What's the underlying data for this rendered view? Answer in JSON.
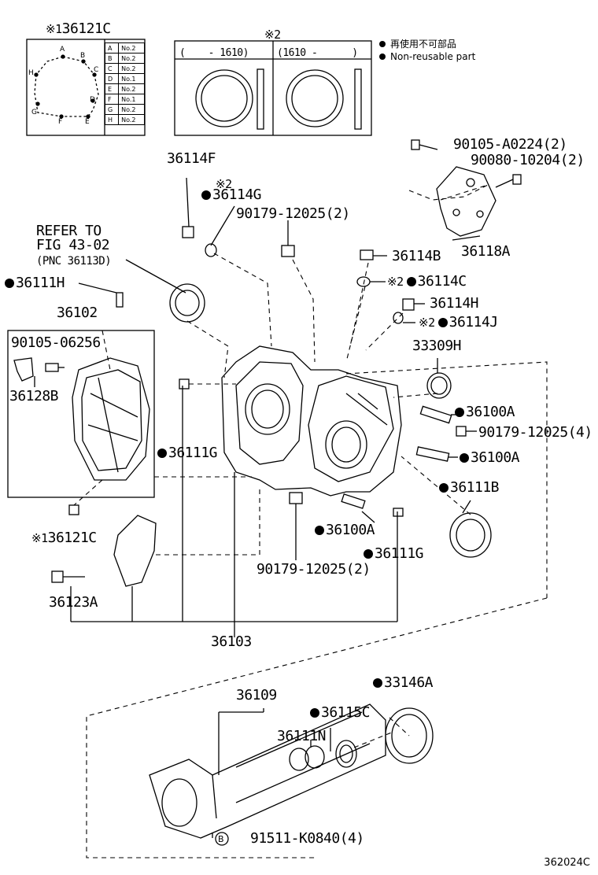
{
  "legend": {
    "jp": "再使用不可部品",
    "en": "Non-reusable part"
  },
  "note_marks": {
    "mark1": "※1",
    "mark2": "※2"
  },
  "inset": {
    "title": "36121C",
    "letters": [
      "A",
      "B",
      "C",
      "D",
      "E",
      "F",
      "G",
      "H"
    ],
    "rows": [
      {
        "pos": "A",
        "val": "No.2"
      },
      {
        "pos": "B",
        "val": "No.2"
      },
      {
        "pos": "C",
        "val": "No.2"
      },
      {
        "pos": "D",
        "val": "No.1"
      },
      {
        "pos": "E",
        "val": "No.2"
      },
      {
        "pos": "F",
        "val": "No.1"
      },
      {
        "pos": "G",
        "val": "No.2"
      },
      {
        "pos": "H",
        "val": "No.2"
      }
    ]
  },
  "seal_box": {
    "left_range": "(    - 1610)",
    "right_range": "(1610 -      )"
  },
  "labels": {
    "p36114F": "36114F",
    "p36114G": "36114G",
    "p90179a": "90179-12025(2)",
    "refer1": "REFER TO",
    "refer2": "FIG 43-02",
    "refer3": "(PNC 36113D)",
    "p36111H": "36111H",
    "p36102": "36102",
    "p90105b": "90105-06256",
    "p36128B": "36128B",
    "p90105a": "90105-A0224(2)",
    "p90080": "90080-10204(2)",
    "p36118A": "36118A",
    "p36114B": "36114B",
    "p36114C": "36114C",
    "p36114H": "36114H",
    "p36114J": "36114J",
    "p33309H": "33309H",
    "p36100A1": "36100A",
    "p90179b": "90179-12025(4)",
    "p36100A2": "36100A",
    "p36111G1": "36111G",
    "p36111B": "36111B",
    "p36121C": "36121C",
    "p36100A3": "36100A",
    "p36111G2": "36111G",
    "p90179c": "90179-12025(2)",
    "p36123A": "36123A",
    "p36103": "36103",
    "p36109": "36109",
    "p33146A": "33146A",
    "p36115C": "36115C",
    "p36111N": "36111N",
    "p91511": "91511-K0840(4)",
    "circB": "B"
  },
  "diagram_id": "362024C"
}
